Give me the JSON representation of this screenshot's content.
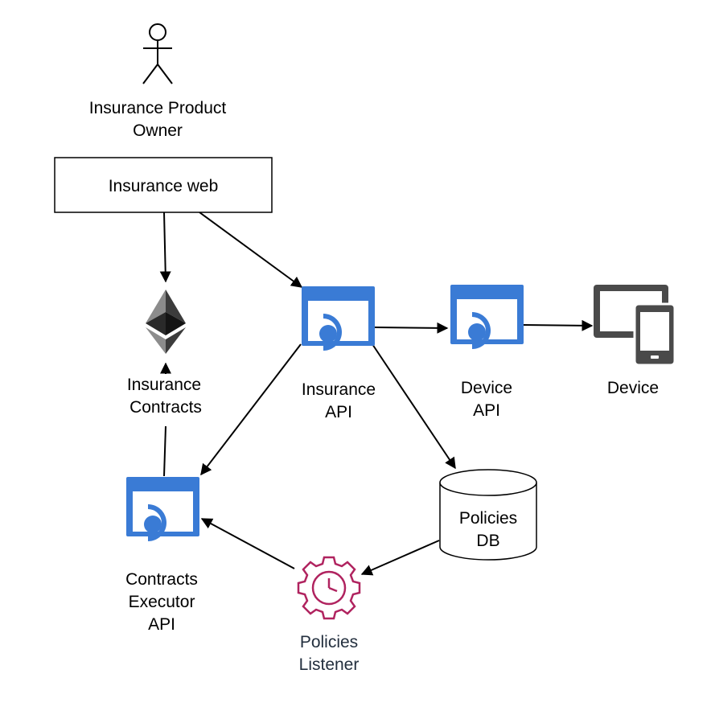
{
  "actor": {
    "label_line1": "Insurance Product",
    "label_line2": "Owner",
    "icon": "stick-figure-icon"
  },
  "nodes": {
    "insurance_web": {
      "label": "Insurance web"
    },
    "insurance_contracts": {
      "label_line1": "Insurance",
      "label_line2": "Contracts",
      "icon": "ethereum-icon"
    },
    "insurance_api": {
      "label_line1": "Insurance",
      "label_line2": "API",
      "icon": "api-app-icon"
    },
    "device_api": {
      "label_line1": "Device",
      "label_line2": "API",
      "icon": "api-app-icon"
    },
    "device": {
      "label": "Device",
      "icon": "devices-icon"
    },
    "contracts_executor_api": {
      "label_line1": "Contracts",
      "label_line2": "Executor",
      "label_line3": "API",
      "icon": "api-app-icon"
    },
    "policies_db": {
      "label_line1": "Policies",
      "label_line2": "DB",
      "icon": "database-cylinder-icon"
    },
    "policies_listener": {
      "label_line1": "Policies",
      "label_line2": "Listener",
      "icon": "gear-clock-icon"
    }
  },
  "edges": [
    {
      "from": "Insurance web",
      "to": "Insurance Contracts"
    },
    {
      "from": "Insurance web",
      "to": "Insurance API"
    },
    {
      "from": "Insurance API",
      "to": "Device API"
    },
    {
      "from": "Device API",
      "to": "Device"
    },
    {
      "from": "Insurance API",
      "to": "Contracts Executor API"
    },
    {
      "from": "Insurance API",
      "to": "Policies DB"
    },
    {
      "from": "Contracts Executor API",
      "to": "Insurance Contracts"
    },
    {
      "from": "Policies DB",
      "to": "Policies Listener"
    },
    {
      "from": "Policies Listener",
      "to": "Contracts Executor API"
    }
  ],
  "colors": {
    "api_blue": "#3a7bd5",
    "listener_red": "#b0235f",
    "device_gray": "#4a4a4a",
    "label_dark": "#232f3e"
  }
}
